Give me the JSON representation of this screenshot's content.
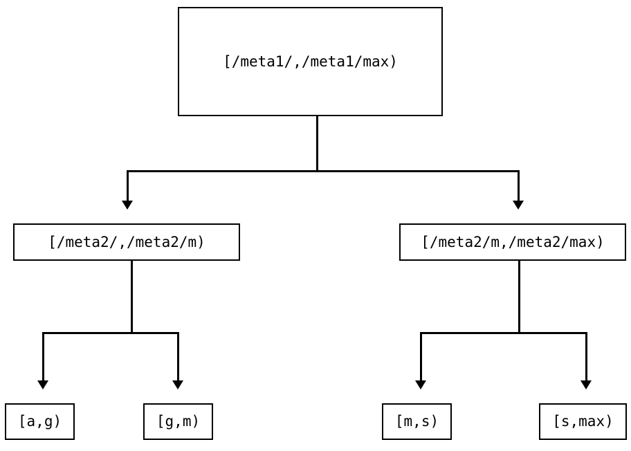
{
  "diagram": {
    "type": "tree",
    "title": "",
    "background_color": "#ffffff",
    "line_color": "#000000",
    "node_border_color": "#000000",
    "node_fill_color": "#ffffff",
    "text_color": "#000000",
    "levels": 3,
    "nodes": {
      "root": {
        "id": "root",
        "label": "[/meta1/,/meta1/max)",
        "level": 0
      },
      "left_branch": {
        "id": "left-branch",
        "label": "[/meta2/,/meta2/m)",
        "level": 1
      },
      "right_branch": {
        "id": "right-branch",
        "label": "[/meta2/m,/meta2/max)",
        "level": 1
      },
      "leaf_ag": {
        "id": "leaf-ag",
        "label": "[a,g)",
        "level": 2
      },
      "leaf_gm": {
        "id": "leaf-gm",
        "label": "[g,m)",
        "level": 2
      },
      "leaf_ms": {
        "id": "leaf-ms",
        "label": "[m,s)",
        "level": 2
      },
      "leaf_smax": {
        "id": "leaf-smax",
        "label": "[s,max)",
        "level": 2
      }
    },
    "edges": [
      {
        "from": "root",
        "to": "left_branch",
        "arrow": "down"
      },
      {
        "from": "root",
        "to": "right_branch",
        "arrow": "down"
      },
      {
        "from": "left_branch",
        "to": "leaf_ag",
        "arrow": "down"
      },
      {
        "from": "left_branch",
        "to": "leaf_gm",
        "arrow": "down"
      },
      {
        "from": "right_branch",
        "to": "leaf_ms",
        "arrow": "down"
      },
      {
        "from": "right_branch",
        "to": "leaf_smax",
        "arrow": "down"
      }
    ]
  }
}
